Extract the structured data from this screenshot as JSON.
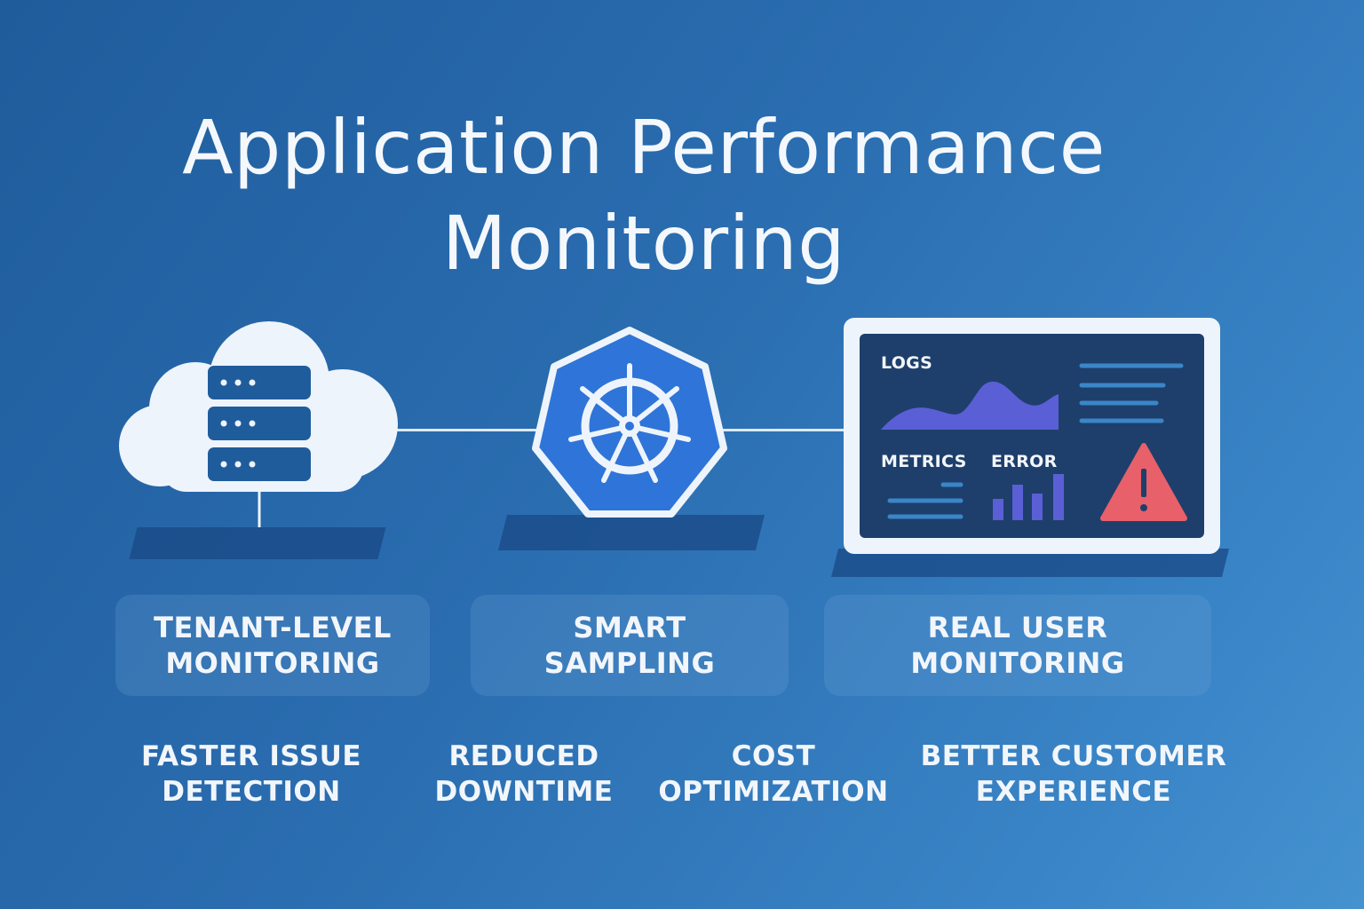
{
  "title": {
    "line1": "Application Performance",
    "line2": "Monitoring"
  },
  "icons": {
    "cloud": "cloud-server-icon",
    "kubernetes": "kubernetes-helm-icon",
    "dashboard": "dashboard-monitor-icon",
    "warning": "warning-icon"
  },
  "dashboard": {
    "logs_label": "LOGS",
    "metrics_label": "METRICS",
    "error_label": "ERROR"
  },
  "features": [
    {
      "label": "TENANT-LEVEL\nMONITORING"
    },
    {
      "label": "SMART\nSAMPLING"
    },
    {
      "label": "REAL USER\nMONITORING"
    }
  ],
  "benefits": [
    {
      "label": "FASTER ISSUE\nDETECTION"
    },
    {
      "label": "REDUCED\nDOWNTIME"
    },
    {
      "label": "COST\nOPTIMIZATION"
    },
    {
      "label": "BETTER CUSTOMER\nEXPERIENCE"
    }
  ],
  "colors": {
    "background_start": "#1f5c9c",
    "background_end": "#4592d0",
    "kubernetes_blue": "#2f74d8",
    "screen_dark": "#1e3f6b",
    "chart_purple": "#5a5fd6",
    "error_red": "#e8606a"
  }
}
